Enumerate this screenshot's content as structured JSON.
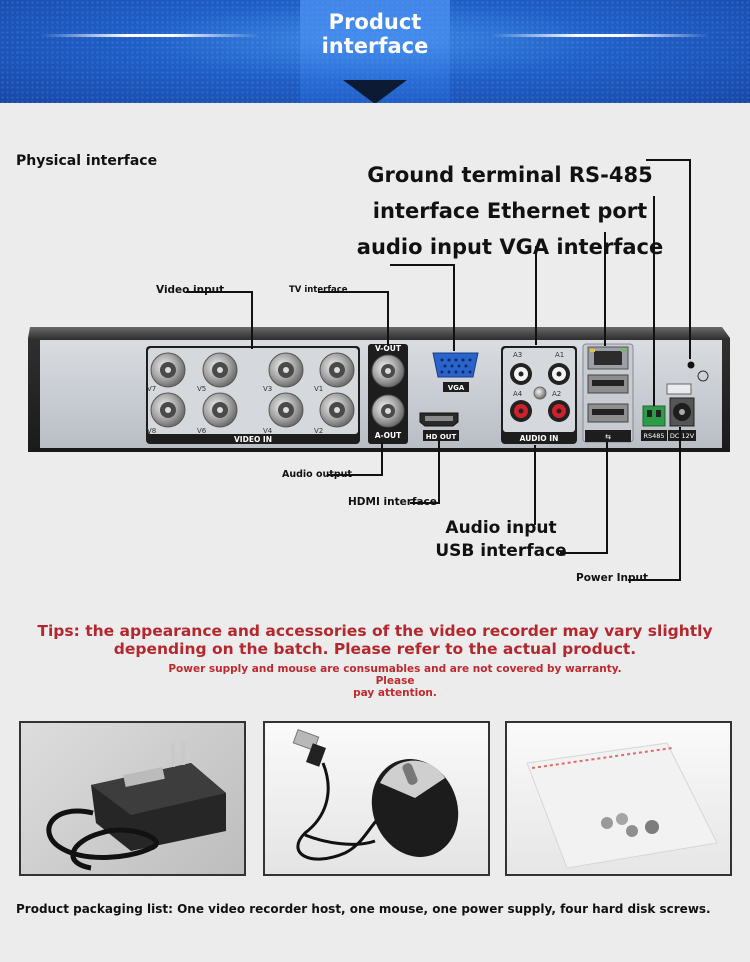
{
  "banner": {
    "title_line1": "Product",
    "title_line2": "interface"
  },
  "section_title": "Physical interface",
  "callouts": {
    "headline_line1": "Ground terminal RS-485",
    "headline_line2": "interface Ethernet port",
    "headline_line3": "audio input VGA interface",
    "video_input": "Video input",
    "tv_interface": "TV interface",
    "audio_output": "Audio output",
    "hdmi_interface": "HDMI interface",
    "audio_usb_line1": "Audio input",
    "audio_usb_line2": "USB interface",
    "power_input": "Power Input"
  },
  "device_labels": {
    "video_in": "VIDEO IN",
    "vout": "V-OUT",
    "aout": "A-OUT",
    "vga": "VGA",
    "hdout": "HD OUT",
    "audio_in": "AUDIO IN",
    "rs485": "RS485",
    "dc12v": "DC 12V",
    "v7": "V7",
    "v5": "V5",
    "v3": "V3",
    "v1": "V1",
    "v8": "V8",
    "v6": "V6",
    "v4": "V4",
    "v2": "V2",
    "a3": "A3",
    "a1": "A1",
    "a4": "A4",
    "a2": "A2"
  },
  "tips": {
    "line1": "Tips: the appearance and accessories of the video recorder may vary slightly",
    "line2": "depending on the batch. Please refer to the actual product.",
    "note_line1": "Power supply and mouse are consumables and are not covered by warranty. Please",
    "note_line2": "pay attention."
  },
  "packaging": "Product packaging list: One video recorder host, one mouse, one power supply, four hard disk screws."
}
